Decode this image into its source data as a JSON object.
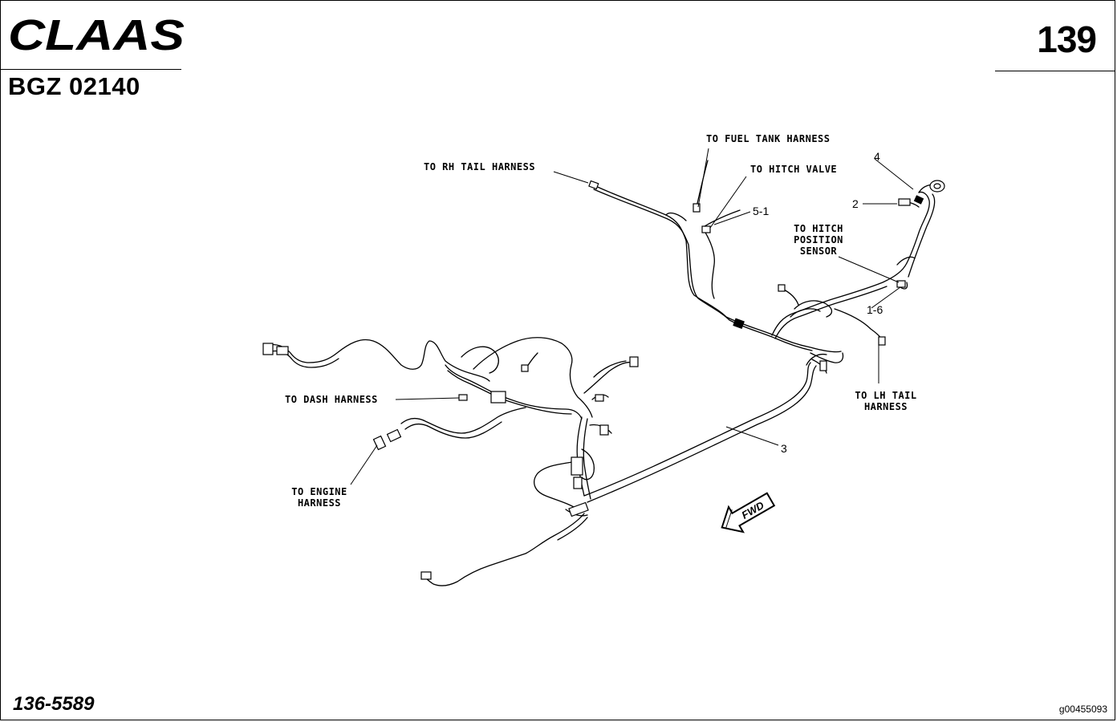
{
  "header": {
    "brand": "CLAAS",
    "model_code": "BGZ 02140",
    "page_number": "139"
  },
  "footer": {
    "part_number": "136-5589",
    "image_id": "g00455093"
  },
  "callouts": {
    "rh_tail": "TO RH TAIL HARNESS",
    "fuel_tank": "TO FUEL TANK HARNESS",
    "hitch_valve": "TO HITCH VALVE",
    "ref_5_1": "5-1",
    "hitch_pos_1": "TO HITCH",
    "hitch_pos_2": "POSITION",
    "hitch_pos_3": "SENSOR",
    "ref_4": "4",
    "ref_2": "2",
    "ref_1_6": "1-6",
    "lh_tail_1": "TO LH TAIL",
    "lh_tail_2": "HARNESS",
    "dash": "TO DASH HARNESS",
    "ref_3": "3",
    "engine_1": "TO ENGINE",
    "engine_2": "HARNESS",
    "fwd": "FWD"
  }
}
